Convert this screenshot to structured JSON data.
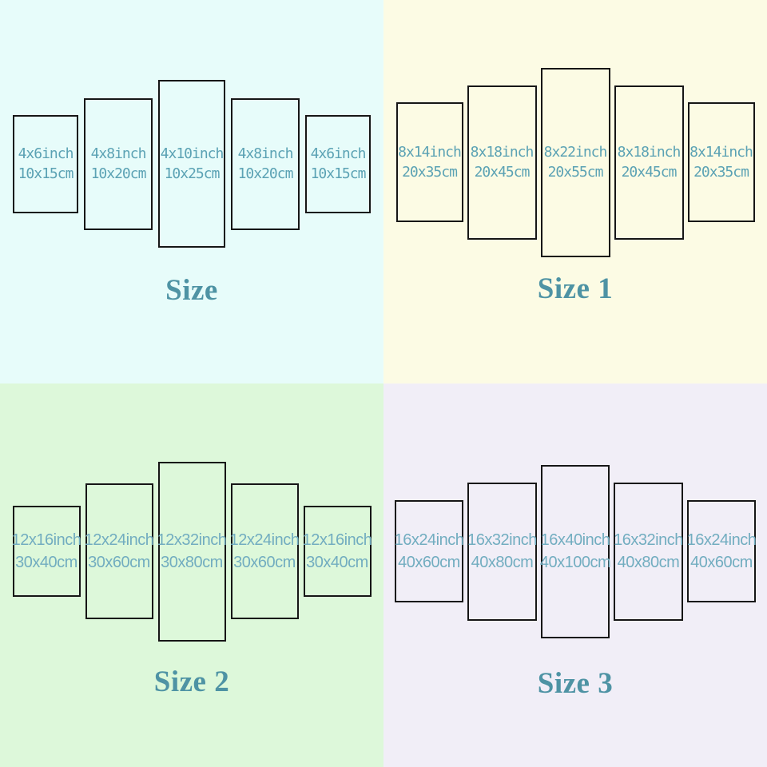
{
  "colors": {
    "quadrant_size_bg": "#e7fcfa",
    "quadrant_size1_bg": "#fcfbe4",
    "quadrant_size2_bg": "#ddf8da",
    "quadrant_size3_bg": "#f1eef7",
    "panel_border": "#161616",
    "label_text_top": "#5ba2b4",
    "label_text_bottom": "#72adc0",
    "title_text": "#4e93a4"
  },
  "quadrants": [
    {
      "title": "Size",
      "panels": [
        {
          "inch": "4x6inch",
          "cm": "10x15cm"
        },
        {
          "inch": "4x8inch",
          "cm": "10x20cm"
        },
        {
          "inch": "4x10inch",
          "cm": "10x25cm"
        },
        {
          "inch": "4x8inch",
          "cm": "10x20cm"
        },
        {
          "inch": "4x6inch",
          "cm": "10x15cm"
        }
      ]
    },
    {
      "title": "Size 1",
      "panels": [
        {
          "inch": "8x14inch",
          "cm": "20x35cm"
        },
        {
          "inch": "8x18inch",
          "cm": "20x45cm"
        },
        {
          "inch": "8x22inch",
          "cm": "20x55cm"
        },
        {
          "inch": "8x18inch",
          "cm": "20x45cm"
        },
        {
          "inch": "8x14inch",
          "cm": "20x35cm"
        }
      ]
    },
    {
      "title": "Size 2",
      "panels": [
        {
          "inch": "12x16inch",
          "cm": "30x40cm"
        },
        {
          "inch": "12x24inch",
          "cm": "30x60cm"
        },
        {
          "inch": "12x32inch",
          "cm": "30x80cm"
        },
        {
          "inch": "12x24inch",
          "cm": "30x60cm"
        },
        {
          "inch": "12x16inch",
          "cm": "30x40cm"
        }
      ]
    },
    {
      "title": "Size 3",
      "panels": [
        {
          "inch": "16x24inch",
          "cm": "40x60cm"
        },
        {
          "inch": "16x32inch",
          "cm": "40x80cm"
        },
        {
          "inch": "16x40inch",
          "cm": "40x100cm"
        },
        {
          "inch": "16x32inch",
          "cm": "40x80cm"
        },
        {
          "inch": "16x24inch",
          "cm": "40x60cm"
        }
      ]
    }
  ]
}
